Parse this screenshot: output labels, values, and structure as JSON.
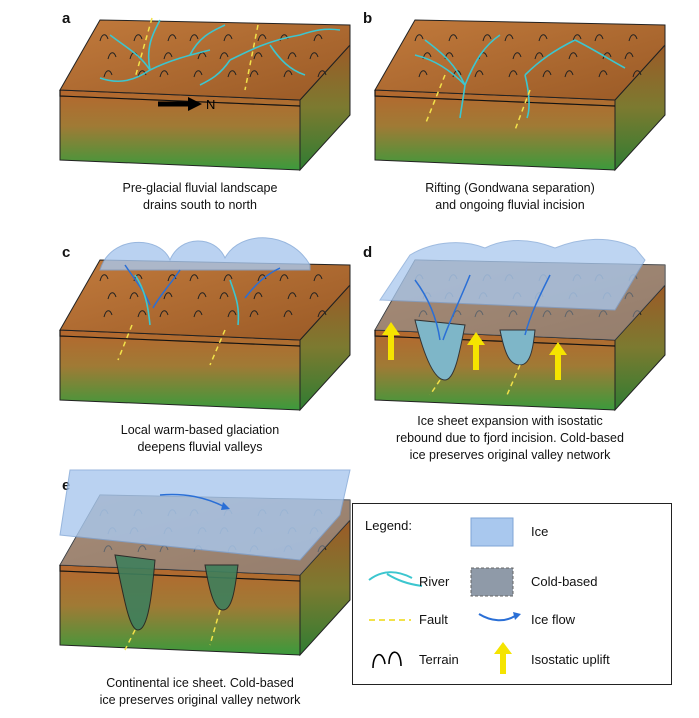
{
  "panels": [
    {
      "letter": "a",
      "caption_lines": [
        "Pre-glacial fluvial landscape",
        "drains south to north"
      ],
      "arrow_label": "N"
    },
    {
      "letter": "b",
      "caption_lines": [
        "Rifting (Gondwana separation)",
        "and ongoing fluvial incision"
      ]
    },
    {
      "letter": "c",
      "caption_lines": [
        "Local warm-based glaciation",
        "deepens fluvial valleys"
      ]
    },
    {
      "letter": "d",
      "caption_lines": [
        "Ice sheet expansion with isostatic",
        "rebound due to fjord incision. Cold-based",
        "ice preserves original valley network"
      ]
    },
    {
      "letter": "e",
      "caption_lines": [
        "Continental ice sheet. Cold-based",
        "ice preserves original valley network"
      ]
    }
  ],
  "legend": {
    "title": "Legend:",
    "items": [
      {
        "key": "ice",
        "label": "Ice"
      },
      {
        "key": "river",
        "label": "River"
      },
      {
        "key": "cold_based",
        "label": "Cold-based"
      },
      {
        "key": "fault",
        "label": "Fault"
      },
      {
        "key": "ice_flow",
        "label": "Ice flow"
      },
      {
        "key": "terrain",
        "label": "Terrain"
      },
      {
        "key": "isostatic_uplift",
        "label": "Isostatic uplift"
      }
    ]
  },
  "colors": {
    "ice": "#a9c8ee",
    "cold_based": "#8f9aa8",
    "river": "#3cc6cf",
    "fault": "#f2e24a",
    "ice_flow": "#2a6fd6",
    "uplift": "#f5e400",
    "soil_top": "#b5672e",
    "soil_green": "#3b9a3c"
  }
}
